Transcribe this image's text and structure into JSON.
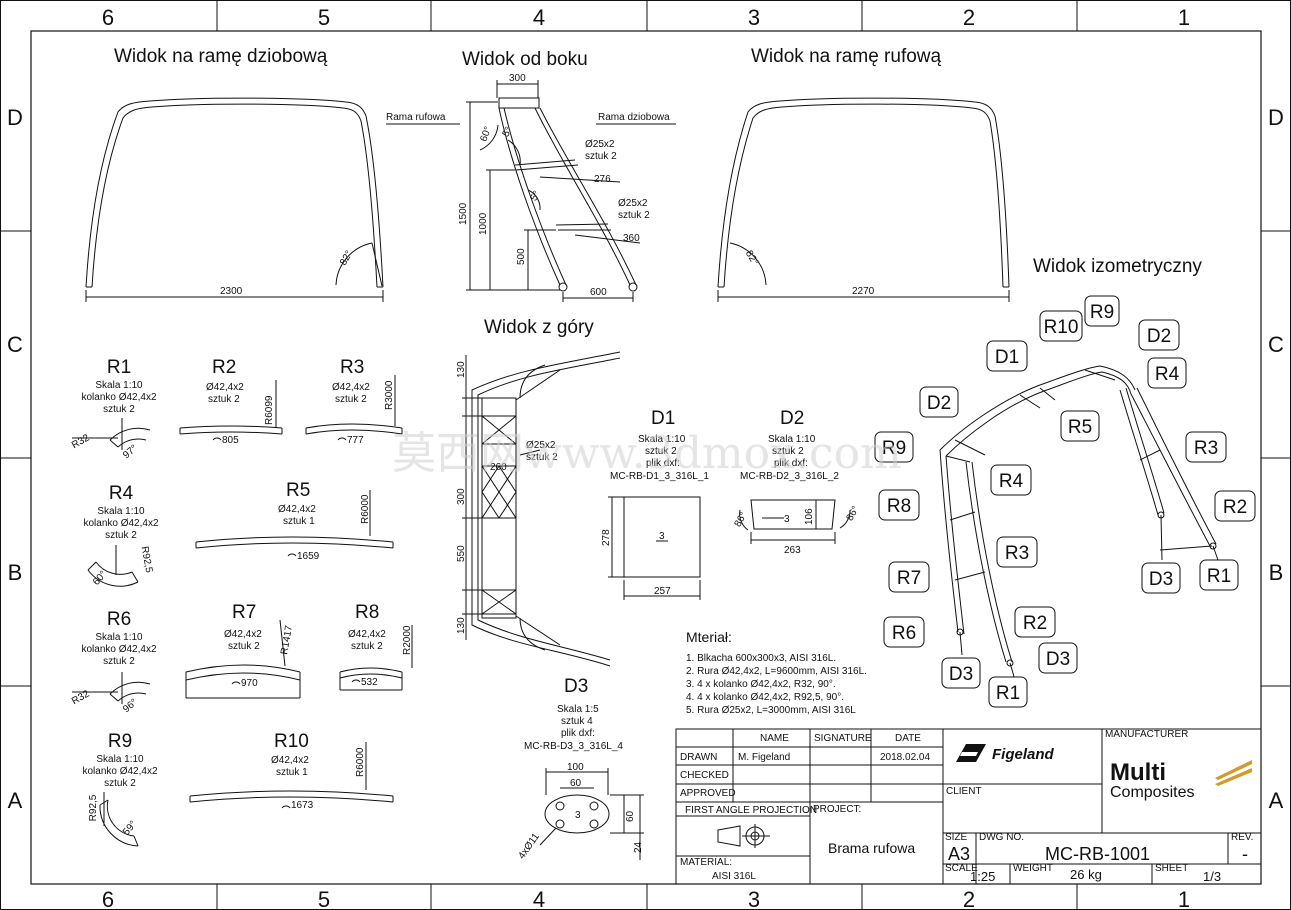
{
  "columns": [
    "6",
    "5",
    "4",
    "3",
    "2",
    "1"
  ],
  "rows": [
    "D",
    "C",
    "B",
    "A"
  ],
  "views": {
    "front": {
      "title": "Widok na ramę dziobową",
      "width": "2300",
      "angle": "82°"
    },
    "side": {
      "title": "Widok od boku",
      "top": "300",
      "rama_rufowa": "Rama rufowa",
      "rama_dziobowa": "Rama dziobowa",
      "angle60": "60°",
      "angle5a": "5°",
      "angle5b": "5°",
      "tube_a": "Ø25x2",
      "tube_a_qty": "sztuk 2",
      "tube_b": "Ø25x2",
      "tube_b_qty": "sztuk 2",
      "d276": "276",
      "d360": "360",
      "h1500": "1500",
      "h1000": "1000",
      "h500": "500",
      "w600": "600"
    },
    "rear": {
      "title": "Widok na ramę rufową",
      "width": "2270",
      "angle": "82°"
    },
    "top": {
      "title": "Widok z góry",
      "d130a": "130",
      "d300": "300",
      "d550": "550",
      "d130b": "130",
      "tube": "Ø25x2",
      "tube_qty": "sztuk 2",
      "d260": "260"
    },
    "iso": {
      "title": "Widok izometryczny"
    }
  },
  "parts": {
    "R1": {
      "label": "R1",
      "scale": "Skala 1:10",
      "desc": "kolanko Ø42,4x2",
      "qty": "sztuk 2",
      "radius": "R32",
      "angle": "97°"
    },
    "R2": {
      "label": "R2",
      "desc": "Ø42,4x2",
      "qty": "sztuk 2",
      "radius": "R6099",
      "len": "805"
    },
    "R3": {
      "label": "R3",
      "desc": "Ø42,4x2",
      "qty": "sztuk 2",
      "radius": "R3000",
      "len": "777"
    },
    "R4": {
      "label": "R4",
      "scale": "Skala 1:10",
      "desc": "kolanko Ø42,4x2",
      "qty": "sztuk 2",
      "radius": "R92,5",
      "angle": "60°"
    },
    "R5": {
      "label": "R5",
      "desc": "Ø42,4x2",
      "qty": "sztuk 1",
      "radius": "R6000",
      "len": "1659"
    },
    "R6": {
      "label": "R6",
      "scale": "Skala 1:10",
      "desc": "kolanko Ø42,4x2",
      "qty": "sztuk 2",
      "radius": "R32",
      "angle": "96°"
    },
    "R7": {
      "label": "R7",
      "desc": "Ø42,4x2",
      "qty": "sztuk 2",
      "radius": "R1417",
      "len": "970"
    },
    "R8": {
      "label": "R8",
      "desc": "Ø42,4x2",
      "qty": "sztuk 2",
      "radius": "R2000",
      "len": "532"
    },
    "R9": {
      "label": "R9",
      "scale": "Skala 1:10",
      "desc": "kolanko Ø42,4x2",
      "qty": "sztuk 2",
      "radius": "R92,5",
      "angle": "59°"
    },
    "R10": {
      "label": "R10",
      "desc": "Ø42,4x2",
      "qty": "sztuk 1",
      "radius": "R6000",
      "len": "1673"
    },
    "D1": {
      "label": "D1",
      "scale": "Skala 1:10",
      "qty": "sztuk 2",
      "file": "plik dxf:",
      "name": "MC-RB-D1_3_316L_1",
      "h": "278",
      "w": "257",
      "center": "3"
    },
    "D2": {
      "label": "D2",
      "scale": "Skala 1:10",
      "qty": "sztuk 2",
      "file": "plik dxf:",
      "name": "MC-RB-D2_3_316L_2",
      "a1": "86°",
      "a2": "86°",
      "t": "3",
      "h": "106",
      "w": "263"
    },
    "D3": {
      "label": "D3",
      "scale": "Skala 1:5",
      "qty": "sztuk 4",
      "file": "plik dxf:",
      "name": "MC-RB-D3_3_316L_4",
      "w100": "100",
      "w60": "60",
      "h60": "60",
      "h24": "24",
      "holes": "4xØ11",
      "center": "3"
    }
  },
  "materials": {
    "title": "Mteriał:",
    "items": [
      "1. Blkacha 600x300x3, AISI 316L.",
      "2. Rura Ø42,4x2, L=9600mm, AISI 316L.",
      "3. 4 x kolanko Ø42,4x2, R32, 90°.",
      "4. 4 x kolanko Ø42,4x2, R92,5, 90°.",
      "5. Rura Ø25x2, L=3000mm, AISI 316L"
    ]
  },
  "callouts": [
    "R10",
    "R9",
    "D2",
    "D1",
    "R4",
    "D2",
    "R5",
    "R9",
    "R3",
    "R4",
    "R8",
    "R2",
    "R3",
    "R7",
    "D3",
    "R1",
    "R2",
    "R6",
    "D3",
    "D3",
    "R1"
  ],
  "title_block": {
    "h_name": "NAME",
    "h_signature": "SIGNATURE",
    "h_date": "DATE",
    "drawn": "DRAWN",
    "drawn_name": "M. Figeland",
    "drawn_date": "2018.02.04",
    "checked": "CHECKED",
    "approved": "APPROVED",
    "projection": "FIRST ANGLE PROJECTION",
    "project_label": "PROJECT:",
    "project": "Brama rufowa",
    "material_label": "MATERIAL:",
    "material": "AISI 316L",
    "client": "CLIENT",
    "manufacturer": "MANUFACTURER",
    "logo_figeland": "Figeland",
    "logo_multi": "Multi",
    "logo_composites": "Composites",
    "size_label": "SIZE",
    "size": "A3",
    "dwg_label": "DWG NO.",
    "dwg": "MC-RB-1001",
    "rev_label": "REV.",
    "rev": "-",
    "scale_label": "SCALE",
    "scale": "1:25",
    "weight_label": "WEIGHT",
    "weight": "26 kg",
    "sheet_label": "SHEET",
    "sheet": "1/3"
  },
  "watermark": "莫西网www.3dmox.com",
  "colors": {
    "line": "#111111",
    "watermark": "#c8c8c8",
    "multi_grey": "#a8a8a8",
    "composites_gold": "#d39a2a"
  }
}
